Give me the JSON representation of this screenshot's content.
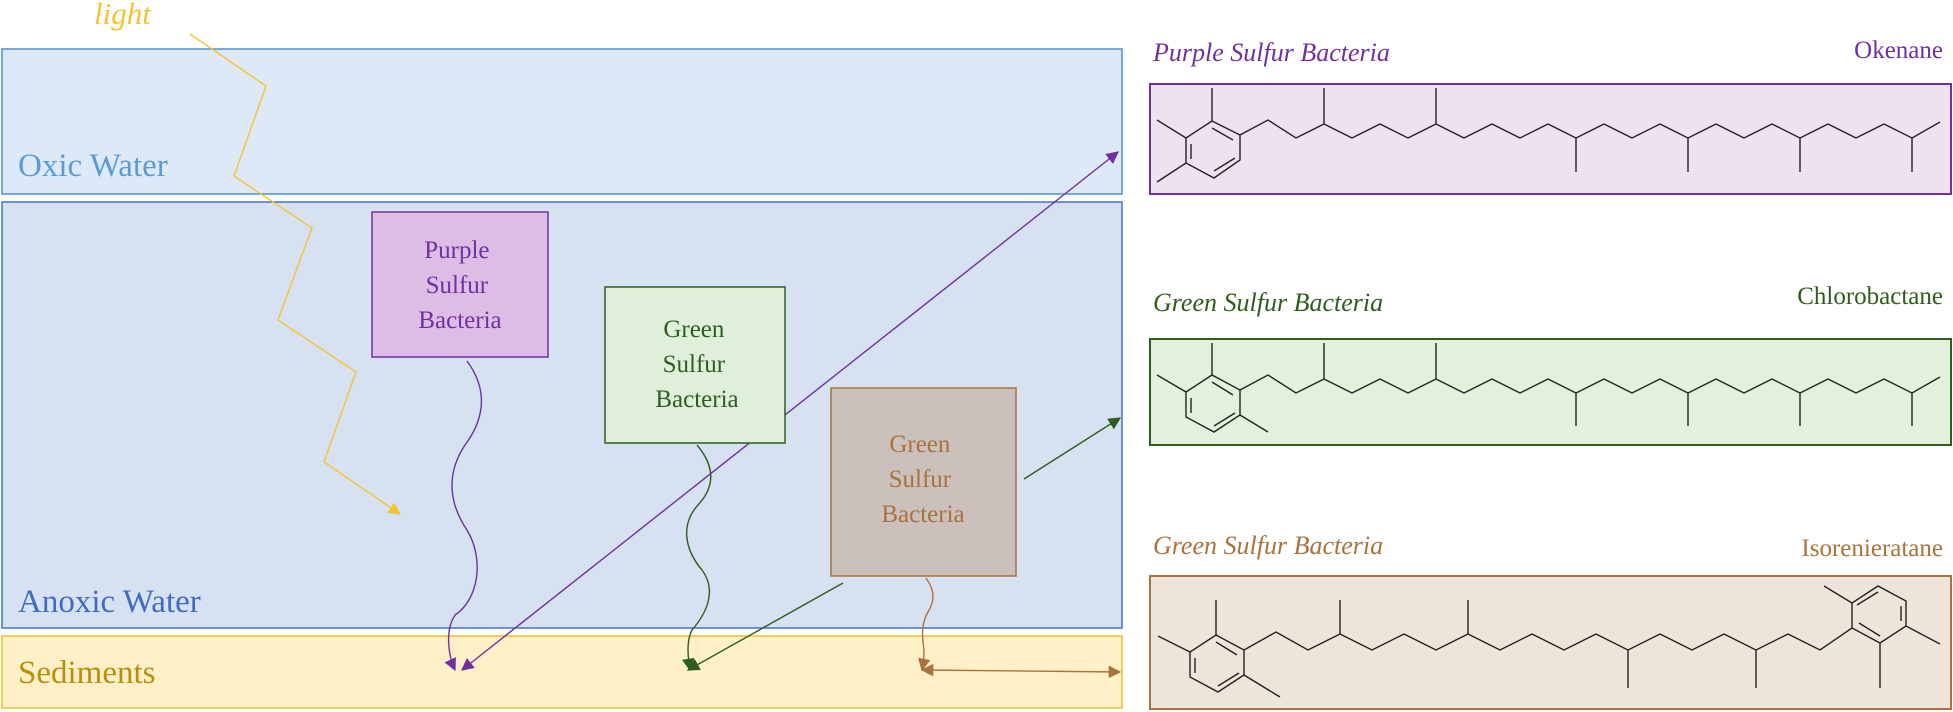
{
  "colors": {
    "light": "#F4C430",
    "oxic_fill": "#DDE9F6",
    "oxic_stroke": "#4A90D9",
    "oxic_text": "#5B9BD5",
    "anoxic_fill": "#D6E1F2",
    "anoxic_stroke": "#3F74C8",
    "anoxic_text": "#3F6CC0",
    "sediment_fill": "#FFF0C8",
    "sediment_stroke": "#E9C230",
    "sediment_text": "#B8900C",
    "purple": "#7030A0",
    "purple_fill": "#DDBDE6",
    "purple_panel_fill": "#EEE1F1",
    "green": "#2E5E1E",
    "green_fill": "#E0EFDA",
    "green_panel_fill": "#E2F0DC",
    "brown": "#A9733D",
    "brown_fill": "#CBC0BC",
    "brown_panel_fill": "#EFE4DA",
    "molecule": "#222222"
  },
  "diagram": {
    "light_label": "light",
    "layers": {
      "oxic": "Oxic Water",
      "anoxic": "Anoxic Water",
      "sediments": "Sediments"
    },
    "boxes": {
      "purple": [
        "Purple",
        "Sulfur",
        "Bacteria"
      ],
      "green": [
        "Green",
        "Sulfur",
        "Bacteria"
      ],
      "brown": [
        "Green",
        "Sulfur",
        "Bacteria"
      ]
    }
  },
  "panels": [
    {
      "title": "Purple Sulfur Bacteria",
      "name": "Okenane"
    },
    {
      "title": "Green Sulfur Bacteria",
      "name": "Chlorobactane"
    },
    {
      "title": "Green Sulfur Bacteria",
      "name": "Isorenieratane"
    }
  ]
}
